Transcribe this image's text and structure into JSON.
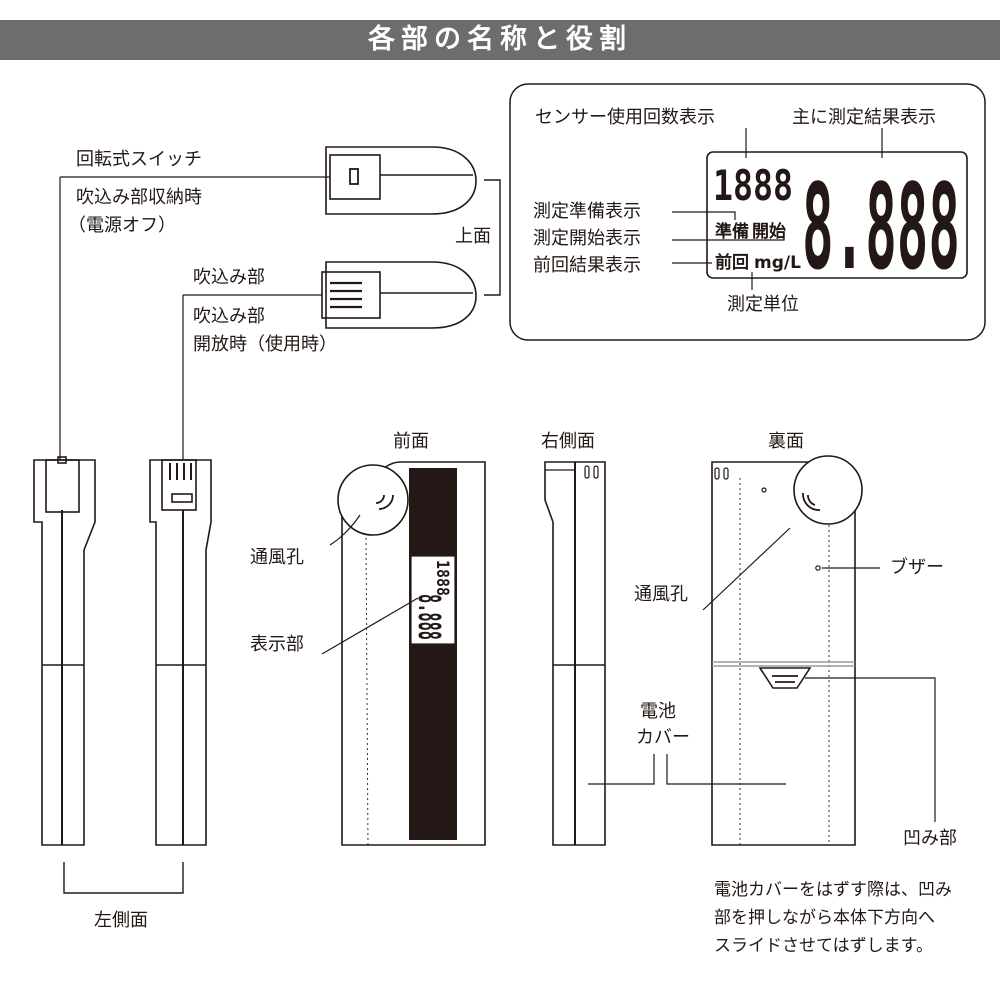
{
  "title": "各部の名称と役割",
  "top_view": {
    "rotary_switch": "回転式スイッチ",
    "stored_line1": "吹込み部収納時",
    "stored_line2": "（電源オフ）",
    "mouthpiece": "吹込み部",
    "open_line1": "吹込み部",
    "open_line2": "開放時（使用時）",
    "top_label": "上面"
  },
  "lcd_panel": {
    "sensor_count_label": "センサー使用回数表示",
    "main_result_label": "主に測定結果表示",
    "prep_label": "測定準備表示",
    "start_label": "測定開始表示",
    "prev_label": "前回結果表示",
    "unit_label": "測定単位",
    "small_digits": "1888",
    "big_digits": "8.888",
    "lcd_prep": "準備",
    "lcd_start": "開始",
    "lcd_prev": "前回",
    "lcd_unit": "mg/L"
  },
  "views": {
    "left_side": "左側面",
    "front": "前面",
    "right_side": "右側面",
    "back": "裏面"
  },
  "parts": {
    "vent_front": "通風孔",
    "display": "表示部",
    "vent_back": "通風孔",
    "buzzer": "ブザー",
    "battery_line1": "電池",
    "battery_line2": "カバー",
    "notch": "凹み部"
  },
  "note": {
    "line1": "電池カバーをはずす際は、凹み",
    "line2": "部を押しながら本体下方向へ",
    "line3": "スライドさせてはずします。"
  }
}
